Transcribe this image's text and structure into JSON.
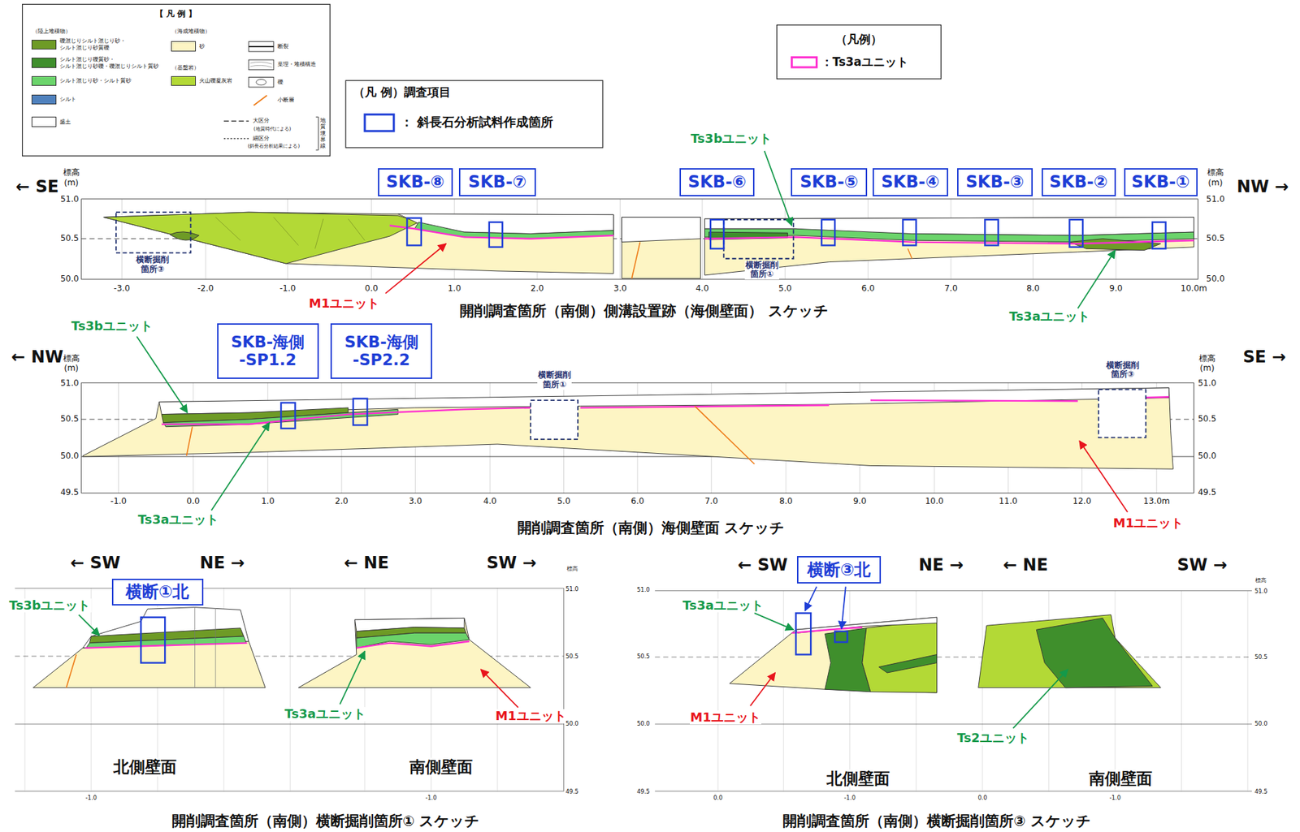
{
  "diagram": {
    "nodes": [
      {
        "text": [
          "SKB-⑧"
        ]
      },
      {
        "text": [
          "SKB-⑦"
        ]
      },
      {
        "text": [
          "SKB-⑥"
        ]
      },
      {
        "text": [
          "SKB-⑤"
        ]
      },
      {
        "text": [
          "SKB-④"
        ]
      },
      {
        "text": [
          "SKB-③"
        ]
      },
      {
        "text": [
          "SKB-②"
        ]
      },
      {
        "text": [
          "SKB-①"
        ]
      },
      {
        "text": [
          "SKB-海側 -SP1.2"
        ]
      },
      {
        "text": [
          "SKB-海側 -SP2.2"
        ]
      },
      {
        "text": [
          "横断①北"
        ]
      },
      {
        "text": [
          "横断③北"
        ]
      }
    ],
    "labels": [
      "← SE",
      "NW →",
      "標高",
      "(m)",
      "51.0",
      "50.5",
      "50.0",
      "標高",
      "(m)",
      "51.0",
      "50.5",
      "50.0",
      "-3.0",
      "-2.0",
      "-1.0",
      "0.0",
      "1.0",
      "2.0",
      "3.0",
      "4.0",
      "5.0",
      "6.0",
      "7.0",
      "8.0",
      "9.0",
      "10.0m",
      "横断掘削 箇所③",
      "横断掘削 箇所①",
      "M1ユニット",
      "Ts3bユニット",
      "Ts3aユニット",
      "開削調査箇所（南側）側溝設置跡（海側壁面） スケッチ",
      "← NW",
      "SE →",
      "標高",
      "(m)",
      "51.0",
      "50.5",
      "50.0",
      "49.5",
      "標高",
      "(m)",
      "51.0",
      "50.5",
      "50.0",
      "49.5",
      "-1.0",
      "0.0",
      "1.0",
      "2.0",
      "3.0",
      "4.0",
      "5.0",
      "6.0",
      "7.0",
      "8.0",
      "9.0",
      "10.0",
      "11.0",
      "12.0",
      "13.0m",
      "横断掘削 箇所①",
      "横断掘削 箇所③",
      "Ts3bユニット",
      "Ts3aユニット",
      "M1ユニット",
      "開削調査箇所（南側）海側壁面 スケッチ",
      "← SW",
      "NE →",
      "← NE",
      "SW →",
      "Ts3bユニット",
      "Ts3aユニット",
      "M1ユニット",
      "北側壁面",
      "南側壁面",
      "標高",
      "51.0",
      "50.5",
      "50.0",
      "49.5",
      "-1.0",
      "-1.0",
      "開削調査箇所（南側）横断掘削箇所① スケッチ",
      "← SW",
      "NE →",
      "← NE",
      "SW →",
      "Ts3aユニット",
      "M1ユニット",
      "Ts2ユニット",
      "北側壁面",
      "南側壁面",
      "51.0",
      "50.5",
      "50.0",
      "49.5",
      "標高",
      "51.0",
      "50.5",
      "50.0",
      "49.5",
      "0.0",
      "-1.0",
      "0.0",
      "-1.0",
      "開削調査箇所（南側）横断掘削箇所③ スケッチ",
      "【 凡 例 】",
      "（陸上堆積物）",
      "（海成堆積物）",
      "（基盤岩）",
      "(地質時代による)",
      "(斜長石分析結果による)",
      "地質境界線",
      "（凡例）",
      "（凡 例）調査項目"
    ],
    "legend": [
      {
        "text": "礫混じりシルト混じり砂・ シルト混じり砂質礫",
        "color": "#6e9b26"
      },
      {
        "text": "シルト混じり礫質砂・ シルト混じり砂礫・礫混じりシルト質砂",
        "color": "#3f8f2c"
      },
      {
        "text": "シルト混じり砂・シルト質砂",
        "color": "#6bd46b"
      },
      {
        "text": "シルト",
        "color": "#4f81bd"
      },
      {
        "text": "盛土",
        "color": "#ffffff"
      },
      {
        "text": "砂",
        "color": "#fdf5c4"
      },
      {
        "text": "火山礫凝灰岩",
        "color": "#b3d936"
      },
      {
        "text": "断裂"
      },
      {
        "text": "葉理・堆積構造"
      },
      {
        "text": "礫"
      },
      {
        "text": "小断層"
      },
      {
        "text": "大区分"
      },
      {
        "text": "細区分"
      },
      {
        "text": "：Ts3aユニット"
      },
      {
        "text": "： 斜長石分析試料作成箇所"
      }
    ]
  }
}
